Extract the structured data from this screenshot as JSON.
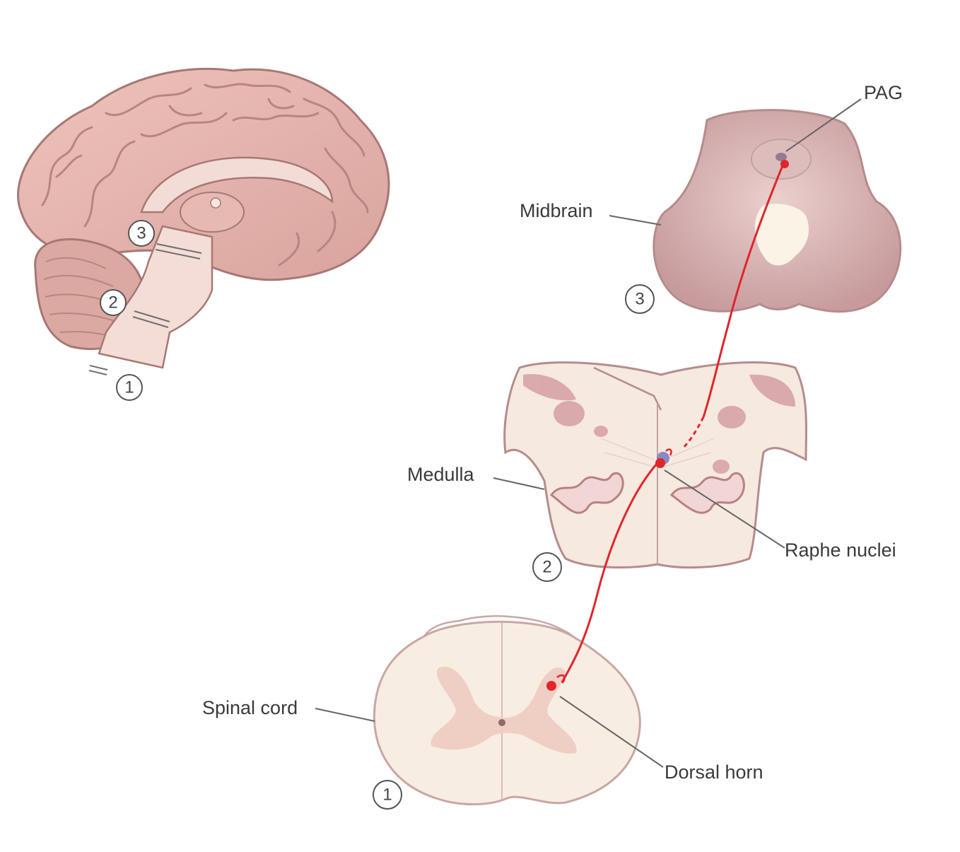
{
  "labels": {
    "pag": "PAG",
    "midbrain": "Midbrain",
    "medulla": "Medulla",
    "raphe": "Raphe nuclei",
    "spinal_cord": "Spinal cord",
    "dorsal_horn": "Dorsal horn"
  },
  "markers": {
    "one": "1",
    "two": "2",
    "three": "3"
  },
  "colors": {
    "pathway": "#e0262b",
    "tissue_outline": "#b58c8c",
    "brain_fill": "#e8b7b1",
    "section_fill": "#f7e9e0"
  }
}
